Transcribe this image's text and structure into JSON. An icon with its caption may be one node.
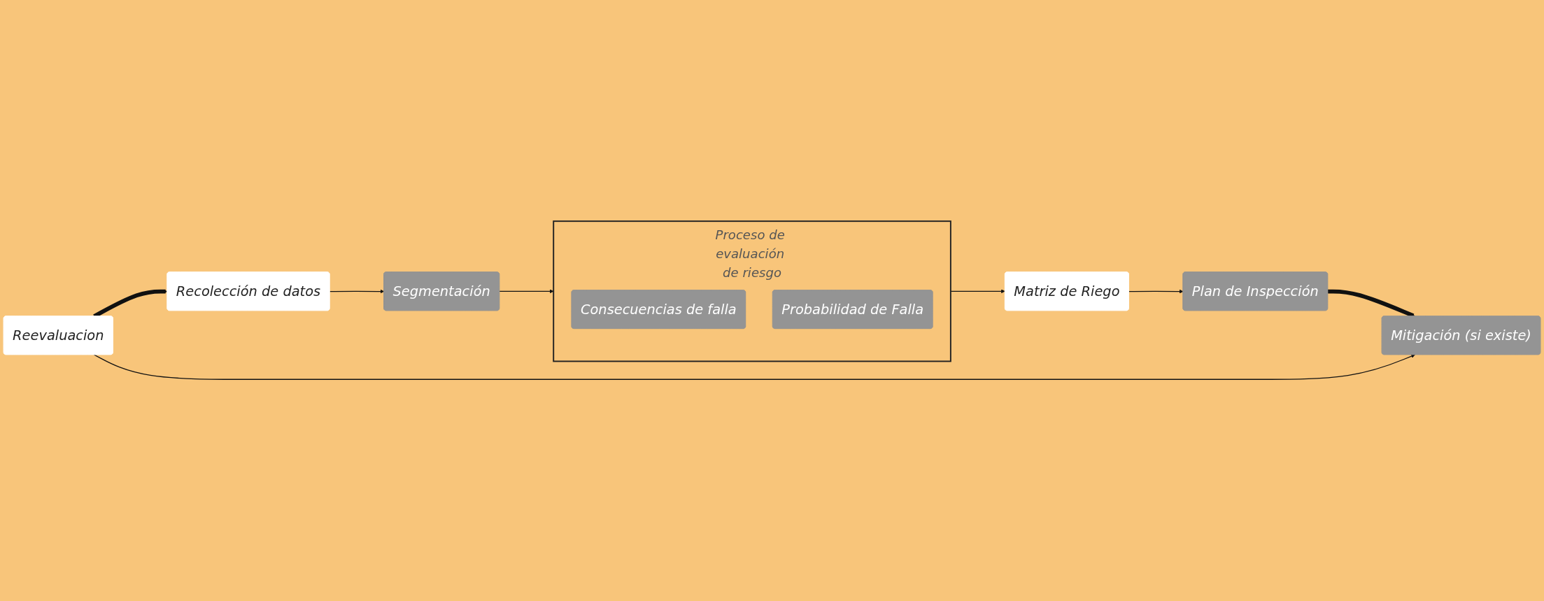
{
  "diagram": {
    "nodes": [
      {
        "text": [
          "Recolección de datos"
        ]
      },
      {
        "text": [
          "Segmentación"
        ]
      },
      {
        "text": [
          "Proceso de evaluación de riesgo"
        ]
      },
      {
        "text": [
          "Consecuencias de falla"
        ],
        "in": 2
      },
      {
        "text": [
          "Probabilidad de Falla"
        ],
        "in": 2
      },
      {
        "text": [
          "Matriz de Riego"
        ]
      },
      {
        "text": [
          "Plan de Inspección"
        ]
      },
      {
        "text": [
          "Mitigación (si existe)"
        ]
      },
      {
        "text": [
          "Reevaluacion"
        ]
      }
    ],
    "edges": [
      {
        "from": 0,
        "to": 1,
        "arrow": "to"
      },
      {
        "from": 1,
        "to": 2,
        "arrow": "to"
      },
      {
        "from": 2,
        "to": 5,
        "arrow": "to"
      },
      {
        "from": 5,
        "to": 6,
        "arrow": "to"
      },
      {
        "from": 6,
        "to": 7,
        "arrow": "to",
        "style": "thick"
      },
      {
        "from": 8,
        "to": 7,
        "arrow": "to"
      },
      {
        "from": 8,
        "to": 0,
        "arrow": "to",
        "style": "thick"
      }
    ]
  }
}
